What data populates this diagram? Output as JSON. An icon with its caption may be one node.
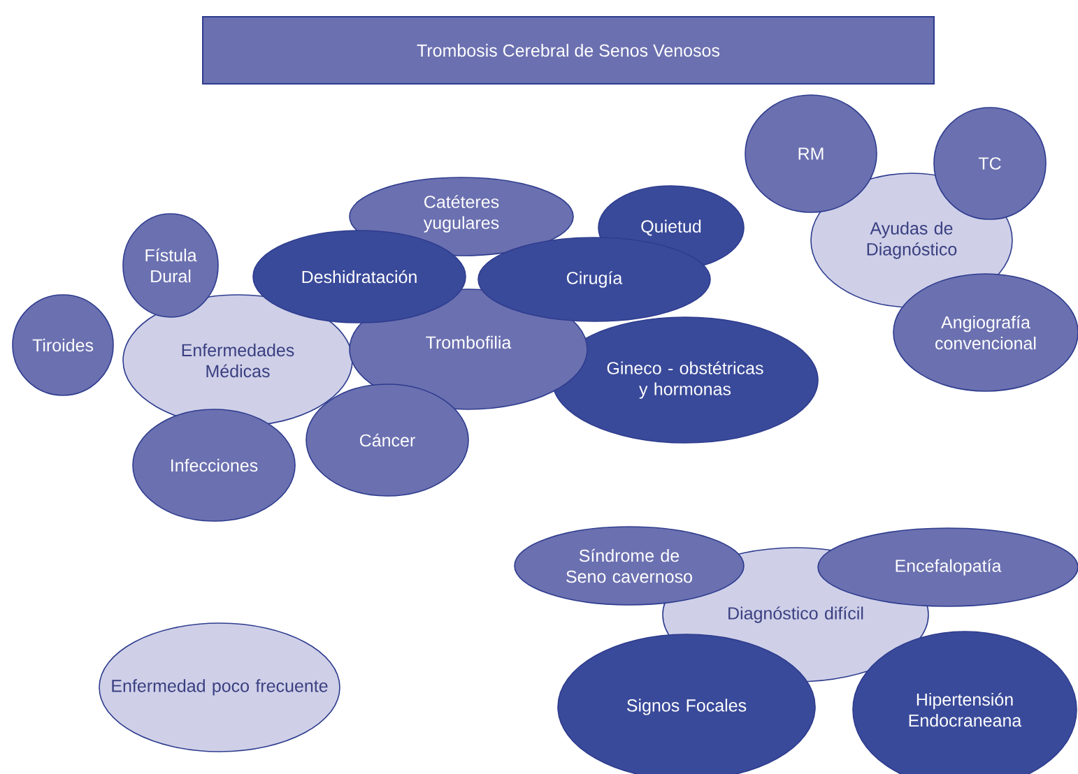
{
  "diagram": {
    "title": "Trombosis Cerebral de Senos Venosos",
    "nodes": [
      {
        "text": [
          "Catéteres yugulares"
        ]
      },
      {
        "text": [
          "Quietud"
        ]
      },
      {
        "text": [
          "RM"
        ]
      },
      {
        "text": [
          "TC"
        ]
      },
      {
        "text": [
          "Ayudas de Diagnóstico"
        ]
      },
      {
        "text": [
          "Fístula Dural"
        ]
      },
      {
        "text": [
          "Deshidratación"
        ]
      },
      {
        "text": [
          "Cirugía"
        ]
      },
      {
        "text": [
          "Tiroides"
        ]
      },
      {
        "text": [
          "Enfermedades Médicas"
        ]
      },
      {
        "text": [
          "Trombofilia"
        ]
      },
      {
        "text": [
          "Angiografía convencional"
        ]
      },
      {
        "text": [
          "Gineco - obstétricas y hormonas"
        ]
      },
      {
        "text": [
          "Cáncer"
        ]
      },
      {
        "text": [
          "Infecciones"
        ]
      },
      {
        "text": [
          "Síndrome de Seno cavernoso"
        ]
      },
      {
        "text": [
          "Encefalopatía"
        ]
      },
      {
        "text": [
          "Diagnóstico difícil"
        ]
      },
      {
        "text": [
          "Enfermedad poco frecuente"
        ]
      },
      {
        "text": [
          "Signos Focales"
        ]
      },
      {
        "text": [
          "Hipertensión Endocraneana"
        ]
      }
    ]
  }
}
